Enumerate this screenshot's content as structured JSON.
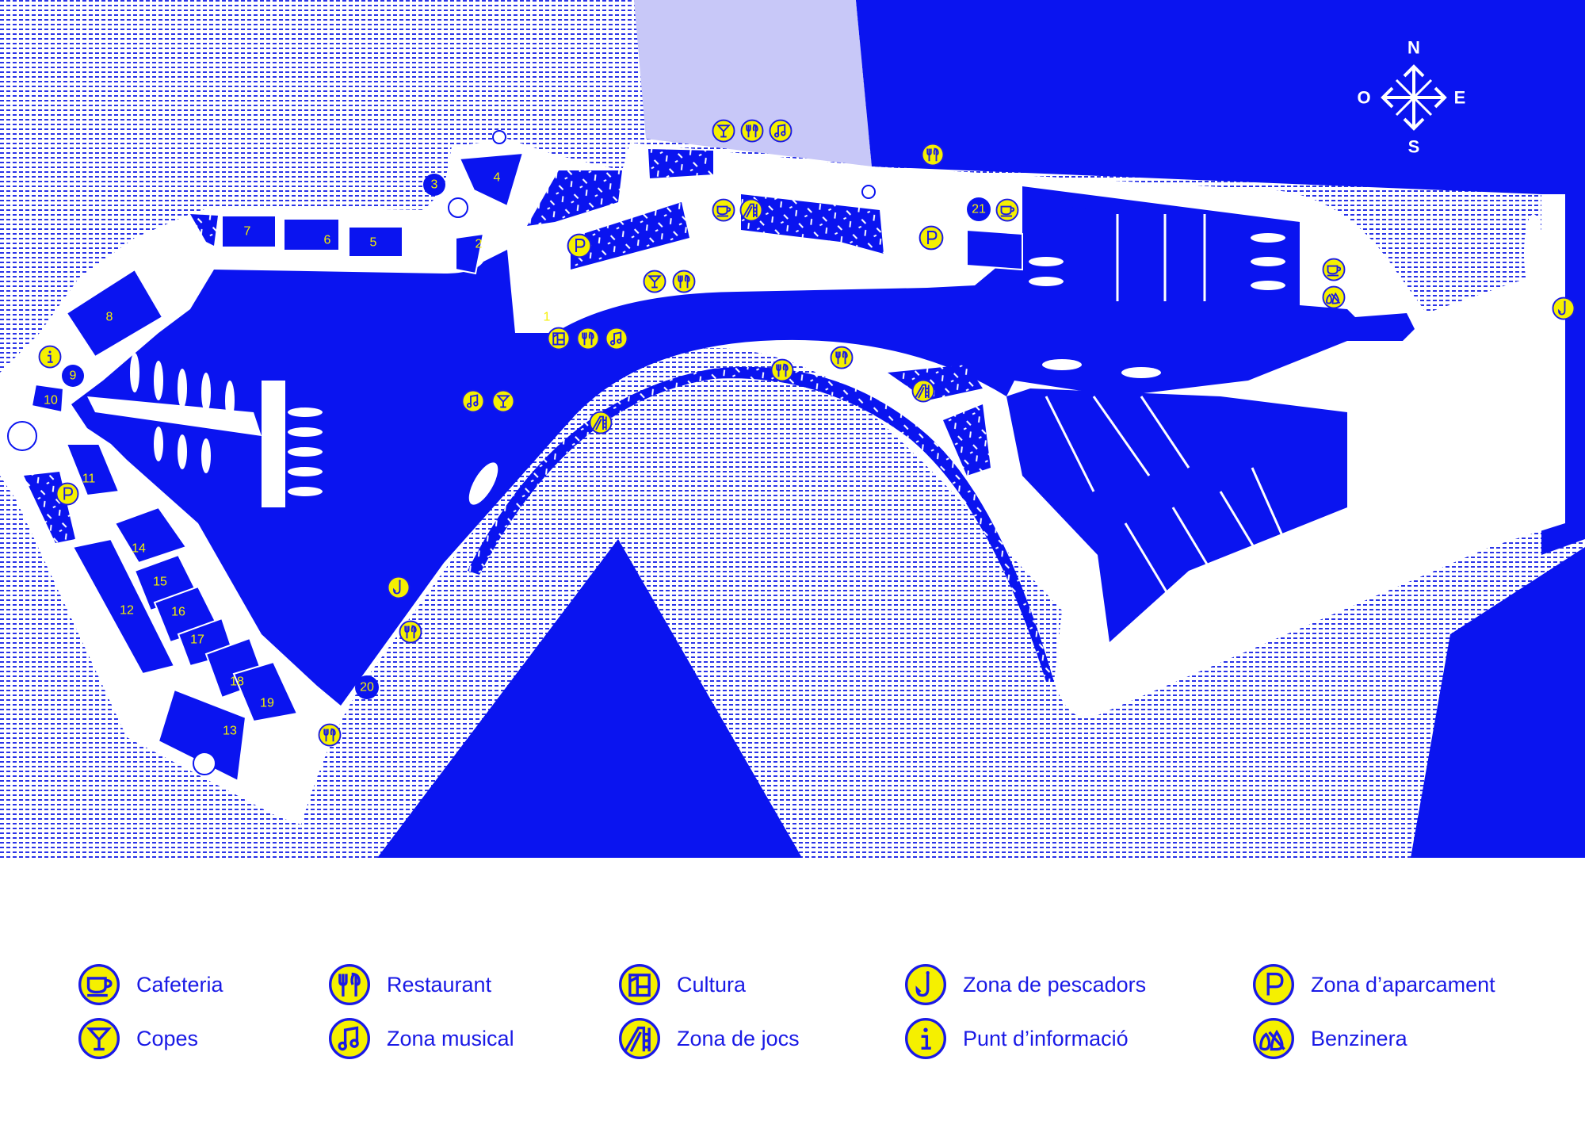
{
  "colors": {
    "water": "#0a14f0",
    "land": "#ffffff",
    "sea_pattern": "#2a33e8",
    "pale_block": "#c8c8f8",
    "icon_fill": "#f5f000",
    "icon_stroke": "#1a1ae6",
    "text": "#1a1ae6"
  },
  "compass": {
    "north": "N",
    "south": "S",
    "east": "E",
    "west": "O"
  },
  "zones": {
    "z1": "1",
    "z2": "2",
    "z3": "3",
    "z4": "4",
    "z5": "5",
    "z6": "6",
    "z7": "7",
    "z8": "8",
    "z9": "9",
    "z10": "10",
    "z11": "11",
    "z12": "12",
    "z13": "13",
    "z14": "14",
    "z15": "15",
    "z16": "16",
    "z17": "17",
    "z18": "18",
    "z19": "19",
    "z20": "20",
    "z21": "21"
  },
  "legend": [
    {
      "icon": "cup-icon",
      "label": "Cafeteria"
    },
    {
      "icon": "cocktail-icon",
      "label": "Copes"
    },
    {
      "icon": "fork-knife-icon",
      "label": "Restaurant"
    },
    {
      "icon": "music-note-icon",
      "label": "Zona musical"
    },
    {
      "icon": "culture-icon",
      "label": "Cultura"
    },
    {
      "icon": "slide-icon",
      "label": "Zona de jocs"
    },
    {
      "icon": "fishing-hook-icon",
      "label": "Zona de pescadors"
    },
    {
      "icon": "info-icon",
      "label": "Punt d’informació"
    },
    {
      "icon": "parking-icon",
      "label": "Zona d’aparcament"
    },
    {
      "icon": "fuel-icon",
      "label": "Benzinera"
    }
  ]
}
